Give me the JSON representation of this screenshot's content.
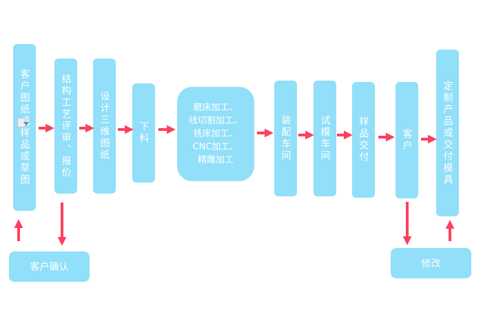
{
  "colors": {
    "box": "#91dff9",
    "arrow": "#fd405e",
    "text": "#ffffff"
  },
  "nodes": {
    "customer_drawing": "客户图纸或样品或草图",
    "structure_review": "结构工艺评审、报价",
    "design_3d": "设计三维图纸",
    "cutting": "下料",
    "machining": "磨床加工、\n线切割加工、\n铣床加工、\nCNC加工、\n精雕加工",
    "assembly": "装配车间",
    "trial_mold": "试模车间",
    "sample_delivery": "样品交付",
    "customer": "客户",
    "custom_delivery": "定制产品或交付模具",
    "customer_confirm": "客户确认",
    "modify": "修改"
  }
}
